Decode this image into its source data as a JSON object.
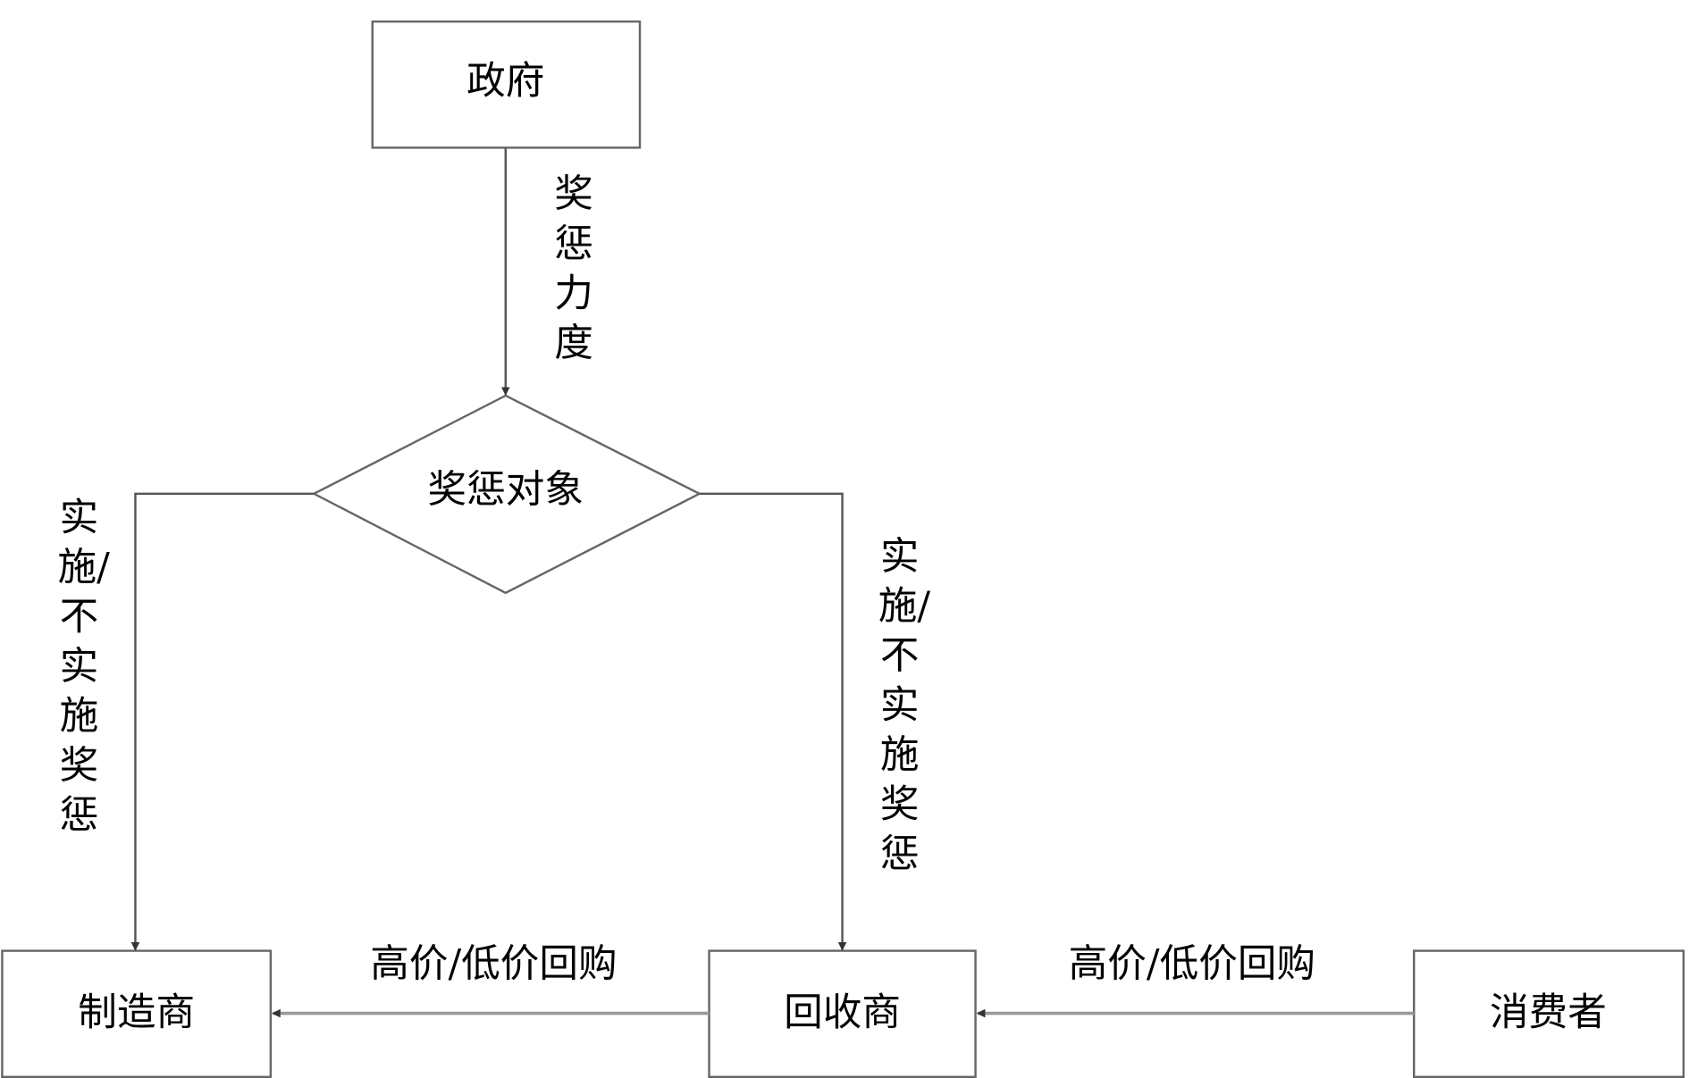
{
  "nodes": {
    "government": "政府",
    "decision": "奖惩对象",
    "manufacturer": "制造商",
    "recycler": "回收商",
    "consumer": "消费者"
  },
  "edges": {
    "gov_to_decision": "奖惩力度",
    "decision_to_manufacturer": "实施/不实施奖惩",
    "decision_to_recycler": "实施/不实施奖惩",
    "recycler_to_manufacturer": "高价/低价回购",
    "consumer_to_recycler": "高价/低价回购"
  },
  "colors": {
    "line": "#555555",
    "box": "#666666"
  }
}
